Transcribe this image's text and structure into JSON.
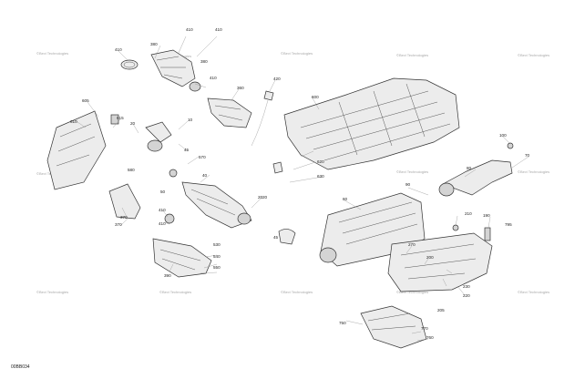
{
  "watermark": "©Bevi Technologies",
  "drawing_code": "00BB034",
  "callouts": {
    "c410a": "410",
    "c410b": "410",
    "c380a": "380",
    "c380b": "380",
    "c410c": "410",
    "c410d": "410",
    "c360": "360",
    "c420": "420",
    "c600": "600",
    "c605": "605",
    "c615": "615",
    "c20a": "20",
    "c10": "10",
    "c610": "610",
    "c45a": "45",
    "c570": "570",
    "c20b": "20",
    "c580": "580",
    "c40": "40",
    "c620": "620",
    "c630": "630",
    "c100": "100",
    "c70": "70",
    "c80": "80",
    "c90": "90",
    "c50": "50",
    "c20c": "20",
    "c60": "60",
    "c410e": "410",
    "c370a": "370",
    "c370b": "370",
    "c410f": "410",
    "c530": "530",
    "c540": "540",
    "c550": "550",
    "c390": "390",
    "c45b": "45",
    "c210": "210",
    "c190": "190",
    "c795": "795",
    "c270": "270",
    "c200": "200",
    "c230": "230",
    "c220": "220",
    "c205": "205",
    "c750": "750",
    "c770": "770",
    "c760": "760"
  }
}
